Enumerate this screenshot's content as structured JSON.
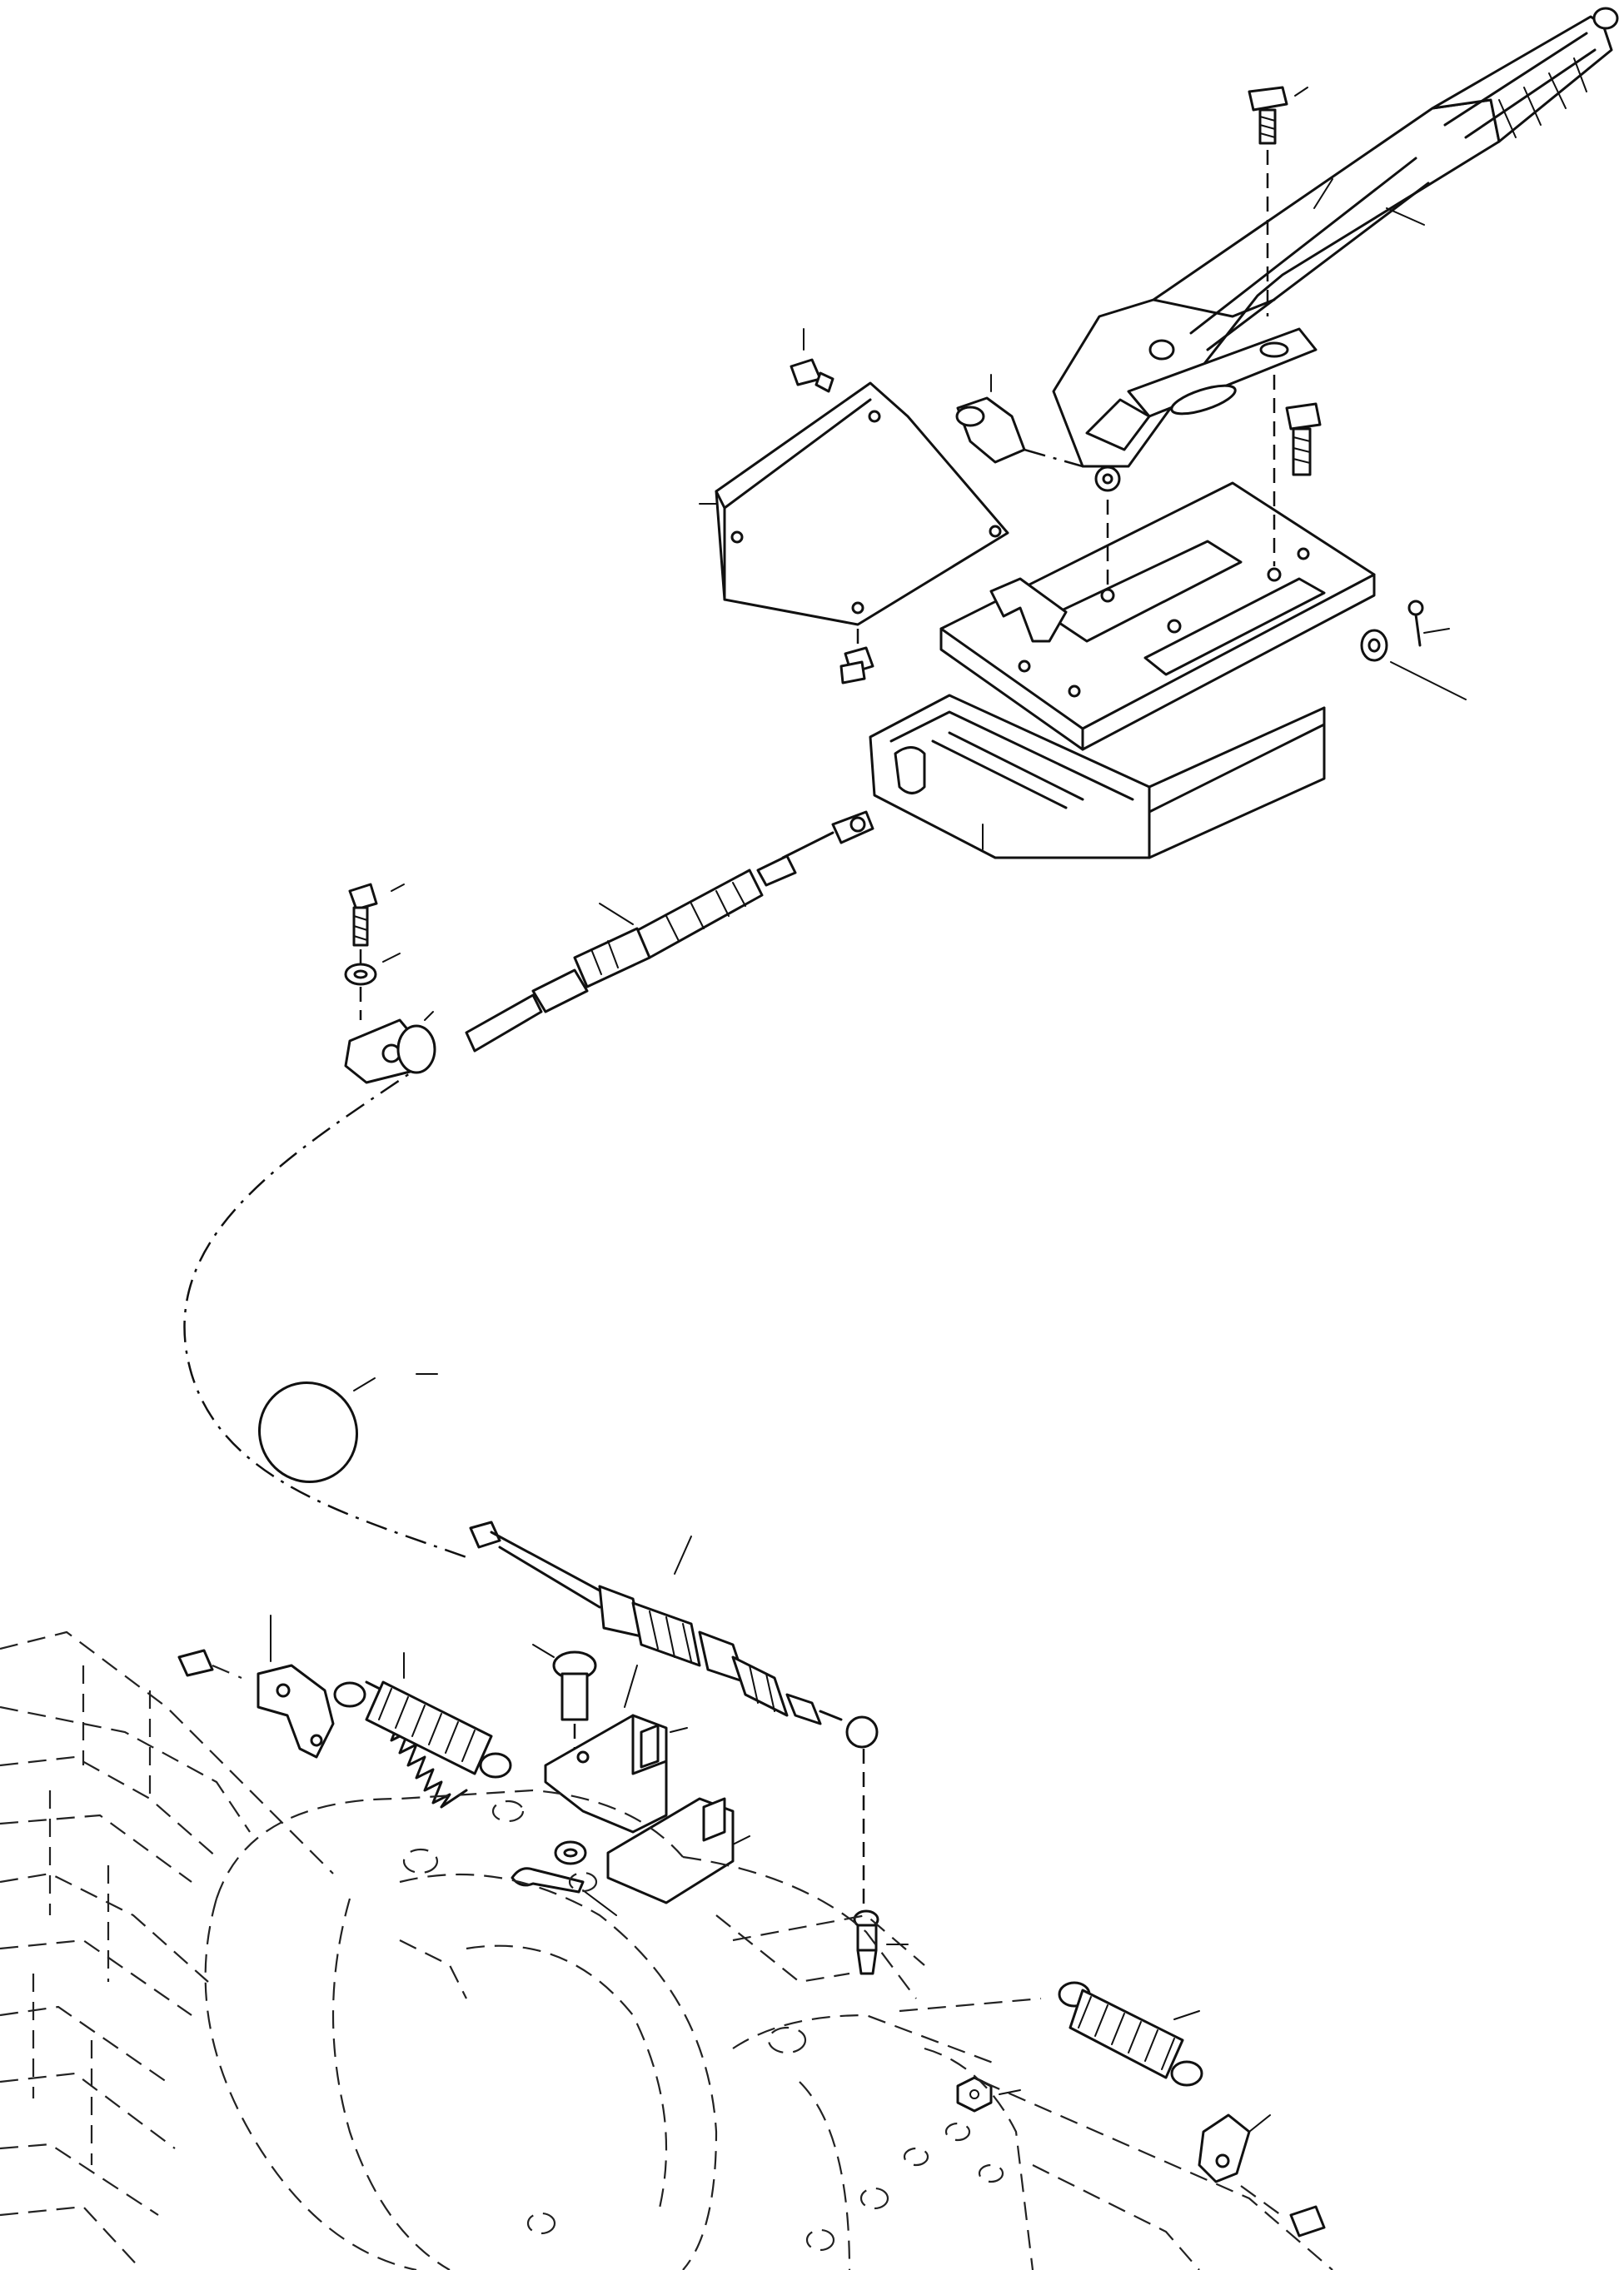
{
  "diagram": {
    "kind": "exploded-parts-view",
    "line_color": "#111111",
    "background": "#ffffff",
    "parts": [
      "hand-brake-lever",
      "lever-grip",
      "lever-bracket",
      "mounting-plate",
      "cover-plate",
      "lever-housing",
      "clevis-pin",
      "cotter-pin",
      "washer",
      "bolt",
      "control-cable",
      "cable-clamp",
      "grommet",
      "return-spring",
      "cable-bracket",
      "spring-anchor",
      "transmission-housing"
    ]
  }
}
